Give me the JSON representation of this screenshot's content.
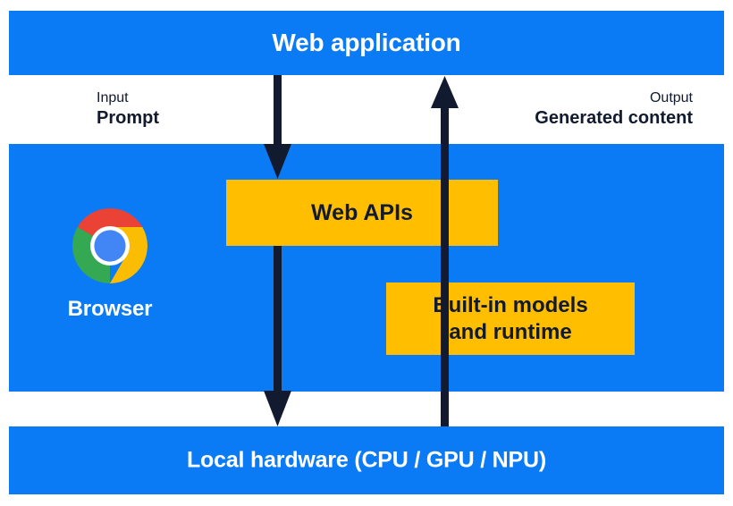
{
  "diagram": {
    "title": "Web application",
    "colors": {
      "band_blue": "#0B7BF5",
      "box_yellow": "#FFBE00",
      "arrow_navy": "#111A2E",
      "text_white": "#FFFFFF",
      "text_dark": "#111A2E",
      "chrome_red": "#EA4335",
      "chrome_yellow": "#FBBC04",
      "chrome_green": "#34A853",
      "chrome_blue": "#4285F4"
    },
    "bands": {
      "top": {
        "label": "Web application"
      },
      "middle": {
        "label": "Browser"
      },
      "bottom": {
        "label": "Local hardware (CPU / GPU / NPU)"
      }
    },
    "flows": {
      "input": {
        "kind": "Input",
        "value": "Prompt"
      },
      "output": {
        "kind": "Output",
        "value": "Generated content"
      }
    },
    "boxes": [
      {
        "id": "web-apis",
        "label": "Web APIs",
        "lines": [
          "Web APIs"
        ]
      },
      {
        "id": "builtin-models",
        "label": "Built-in models and runtime",
        "lines": [
          "Built-in models",
          "and runtime"
        ]
      }
    ],
    "icons": {
      "chrome": "chrome-logo-icon",
      "arrow_down": "arrow-down-icon",
      "arrow_up": "arrow-up-icon"
    }
  }
}
